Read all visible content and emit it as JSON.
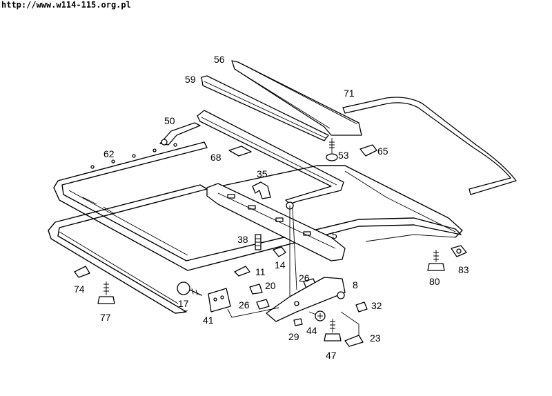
{
  "header": {
    "url": "http://www.w114-115.org.pl"
  },
  "labels": {
    "p56": "56",
    "p59": "59",
    "p71": "71",
    "p50": "50",
    "p62": "62",
    "p68": "68",
    "p53": "53",
    "p65": "65",
    "p35": "35",
    "p5": "5",
    "p38": "38",
    "p14": "14",
    "p11": "11",
    "p26a": "26",
    "p8": "8",
    "p20": "20",
    "p26b": "26",
    "p32": "32",
    "p74": "74",
    "p77": "77",
    "p17": "17",
    "p41": "41",
    "p29": "29",
    "p44": "44",
    "p23": "23",
    "p47": "47",
    "p80": "80",
    "p83": "83"
  }
}
